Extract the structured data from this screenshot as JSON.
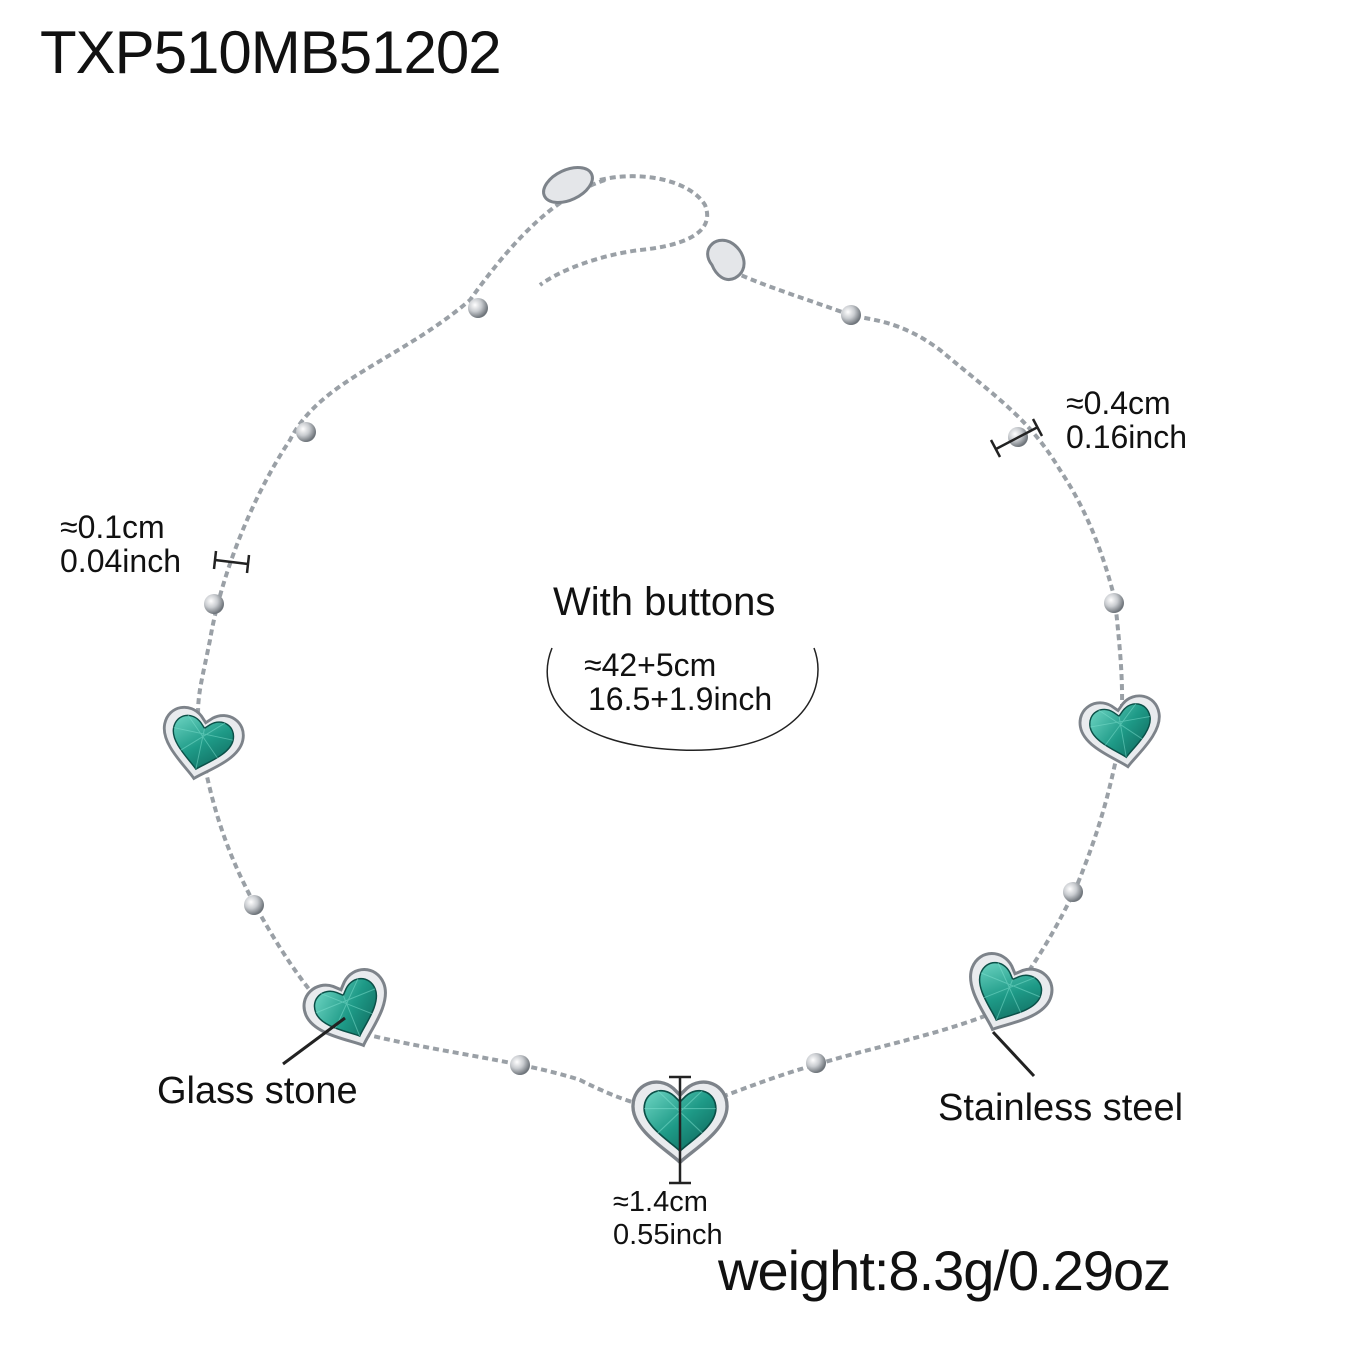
{
  "product": {
    "code": "TXP510MB51202",
    "length_heading": "With buttons",
    "length_cm": "≈42+5cm",
    "length_inch": "16.5+1.9inch",
    "weight": "weight:8.3g/0.29oz"
  },
  "dimensions": {
    "bead": {
      "cm": "≈0.4cm",
      "inch": "0.16inch"
    },
    "chain": {
      "cm": "≈0.1cm",
      "inch": "0.04inch"
    },
    "pendant": {
      "cm": "≈1.4cm",
      "inch": "0.55inch"
    }
  },
  "materials": {
    "stone": "Glass stone",
    "metal": "Stainless steel"
  },
  "colors": {
    "stone": "#1e9a87",
    "metal": "#9aa0a6",
    "text": "#111111"
  }
}
